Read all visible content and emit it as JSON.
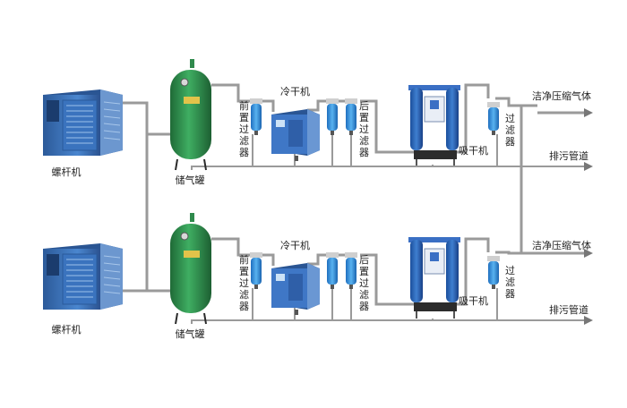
{
  "labels": {
    "compressor": "螺杆机",
    "air_tank": "储气罐",
    "pre_filter": "前置过滤器",
    "refrigerated_dryer": "冷干机",
    "post_filter": "后置过滤器",
    "adsorption_dryer": "吸干机",
    "filter": "过滤器",
    "clean_air": "洁净压缩气体",
    "drain_pipe": "排污管道"
  },
  "colors": {
    "pipe": "#9a9a9a",
    "tank": "#2f8a4c",
    "compressor": "#3d6fb0",
    "dryer_frame": "#3a6fc4",
    "filter": "#3a8fd8",
    "text": "#222222"
  },
  "icons": {
    "compressor": "compressor-icon",
    "tank": "air-tank-icon",
    "filter": "filter-icon",
    "refrigerated_dryer": "refrigerated-dryer-icon",
    "adsorption_dryer": "adsorption-dryer-icon",
    "arrow": "arrow-right-icon"
  }
}
